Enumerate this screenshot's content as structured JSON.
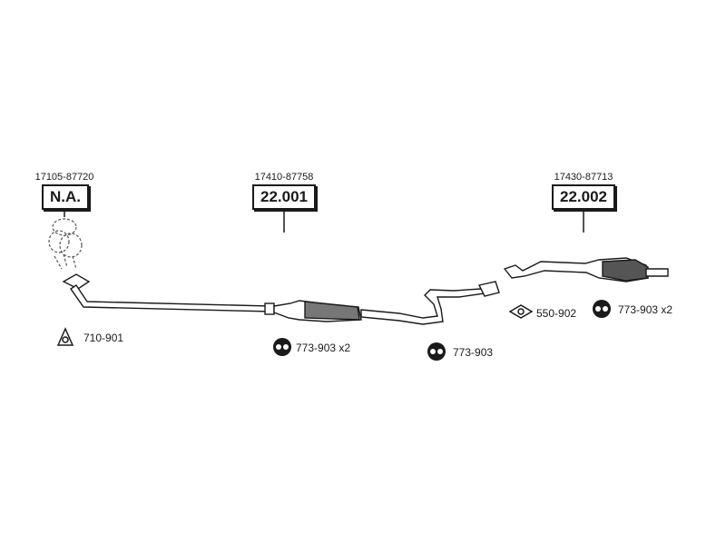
{
  "groups": [
    {
      "oem_number": "17105-87720",
      "part_code": "N.A."
    },
    {
      "oem_number": "17410-87758",
      "part_code": "22.001"
    },
    {
      "oem_number": "17430-87713",
      "part_code": "22.002"
    }
  ],
  "accessories": [
    {
      "code": "710-901",
      "icon": "gasket-icon"
    },
    {
      "code": "773-903 x2",
      "icon": "rubber-hanger-icon"
    },
    {
      "code": "773-903",
      "icon": "rubber-hanger-icon"
    },
    {
      "code": "550-902",
      "icon": "gasket-icon"
    },
    {
      "code": "773-903 x2",
      "icon": "rubber-hanger-icon"
    }
  ]
}
